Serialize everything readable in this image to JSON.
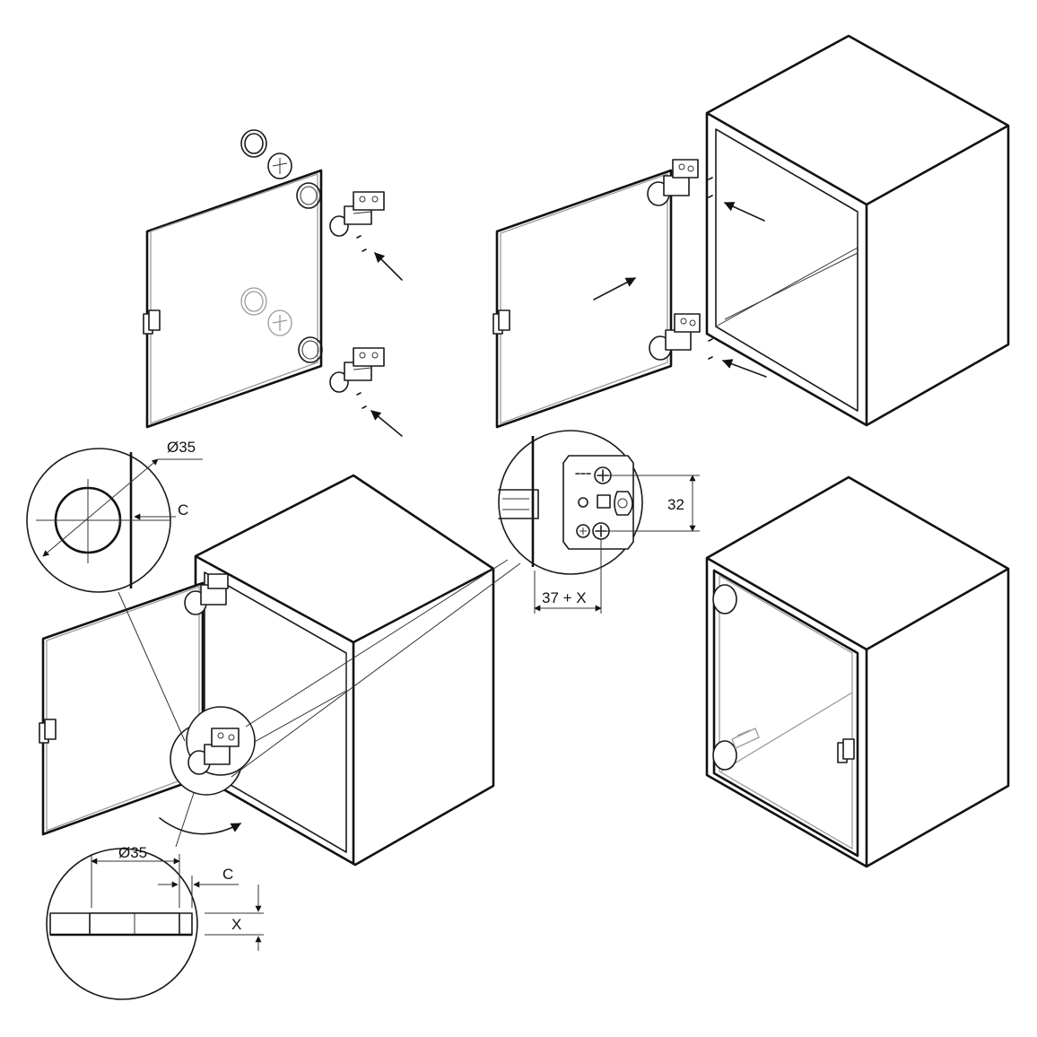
{
  "labels": {
    "dia_top": "Ø35",
    "c_top": "C",
    "dim_32": "32",
    "dim_37x": "37 + X",
    "dia_bottom": "Ø35",
    "c_bottom": "C",
    "x_bottom": "X"
  }
}
